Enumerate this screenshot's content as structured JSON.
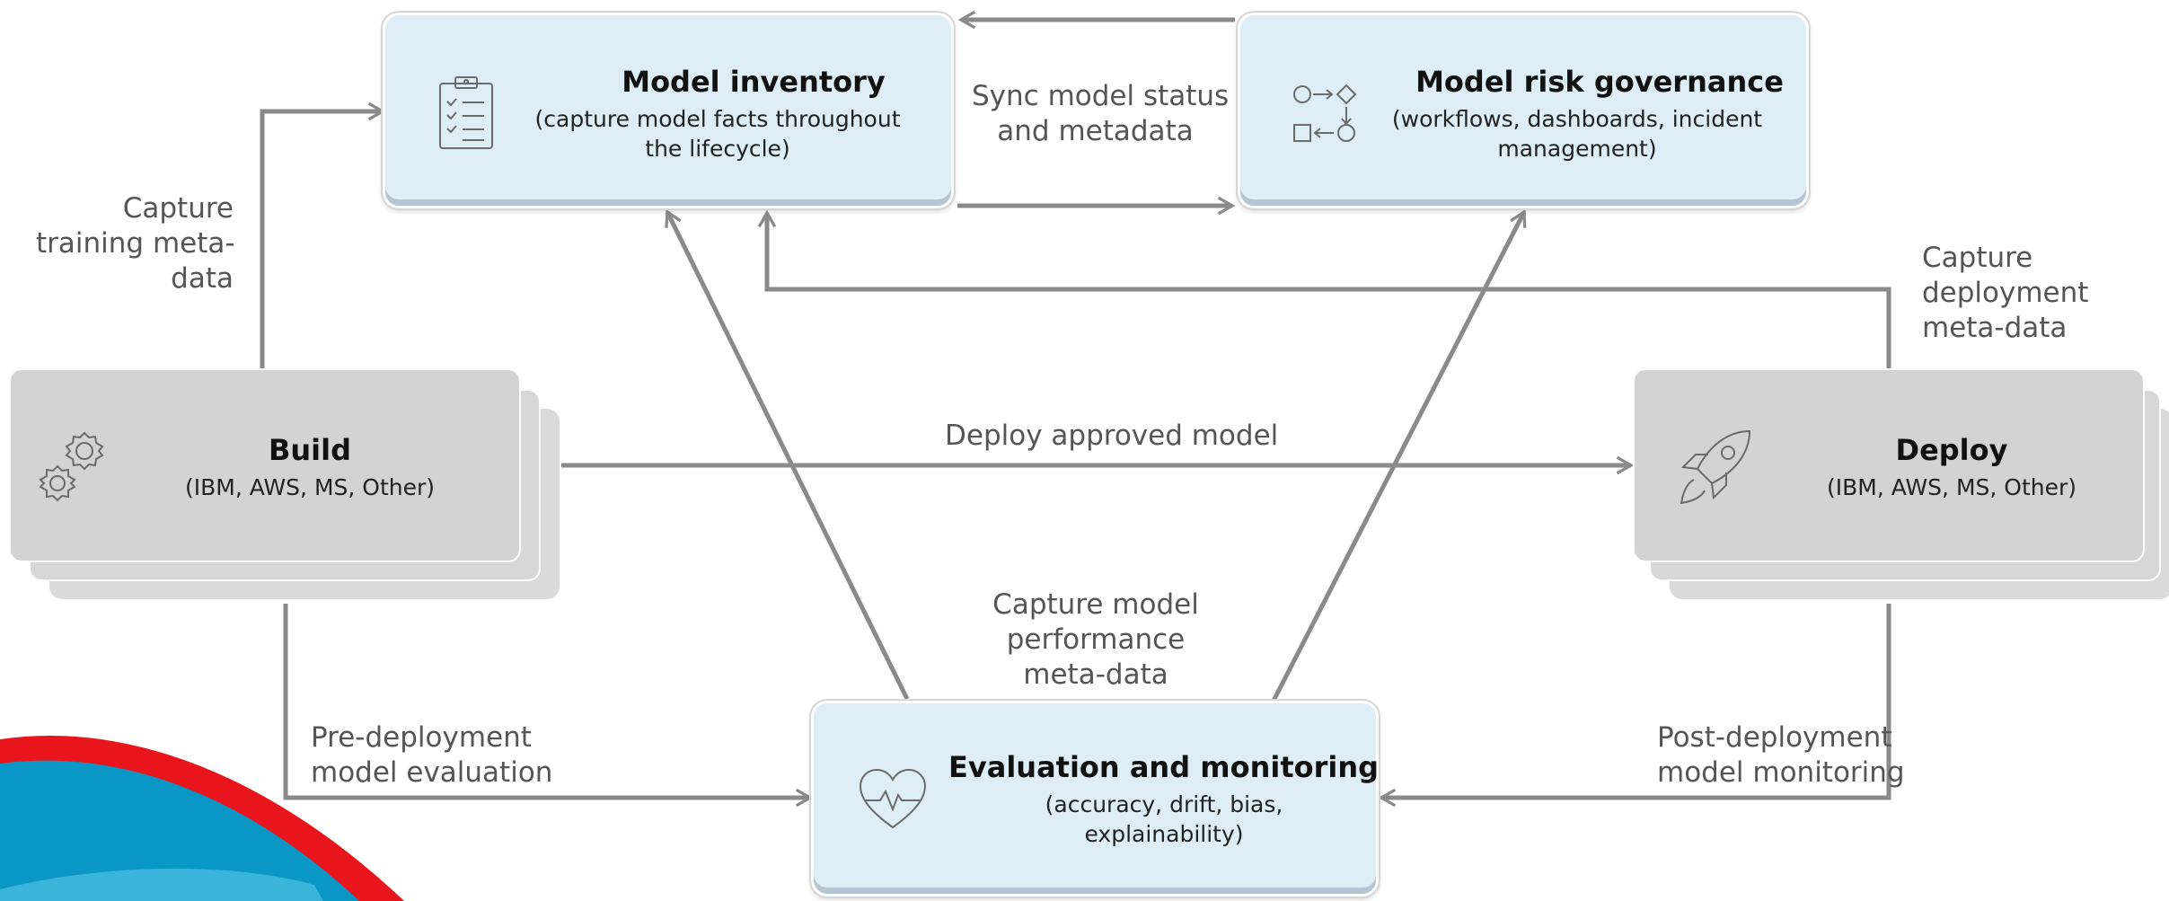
{
  "nodes": {
    "inventory": {
      "title": "Model inventory",
      "subtitle_line1": "(capture model facts throughout",
      "subtitle_line2": "the lifecycle)",
      "icon": "clipboard-checklist-icon"
    },
    "governance": {
      "title": "Model risk governance",
      "subtitle_line1": "(workflows, dashboards, incident",
      "subtitle_line2": "management)",
      "icon": "workflow-shapes-icon"
    },
    "build": {
      "title": "Build",
      "subtitle": "(IBM, AWS, MS, Other)",
      "icon": "gears-icon"
    },
    "deploy": {
      "title": "Deploy",
      "subtitle": "(IBM, AWS, MS, Other)",
      "icon": "rocket-icon"
    },
    "evaluation": {
      "title": "Evaluation and monitoring",
      "subtitle_line1": "(accuracy, drift, bias,",
      "subtitle_line2": "explainability)",
      "icon": "heart-pulse-icon"
    }
  },
  "edge_labels": {
    "sync": [
      "Sync model status",
      "and metadata"
    ],
    "capture_training": [
      "Capture",
      "training meta-",
      "data"
    ],
    "capture_deployment": [
      "Capture",
      "deployment",
      "meta-data"
    ],
    "deploy_approved": "Deploy approved model",
    "capture_performance": [
      "Capture model",
      "performance",
      "meta-data"
    ],
    "pre_deployment": [
      "Pre-deployment",
      "model evaluation"
    ],
    "post_deployment": [
      "Post-deployment",
      "model monitoring"
    ]
  },
  "colors": {
    "connector": "#8a8a8a",
    "blue_box": "#ddeef6",
    "gray_box": "#d4d4d4",
    "decor_red": "#e8161c",
    "decor_blue": "#0b97c6",
    "decor_light_blue": "#3ab4da"
  }
}
